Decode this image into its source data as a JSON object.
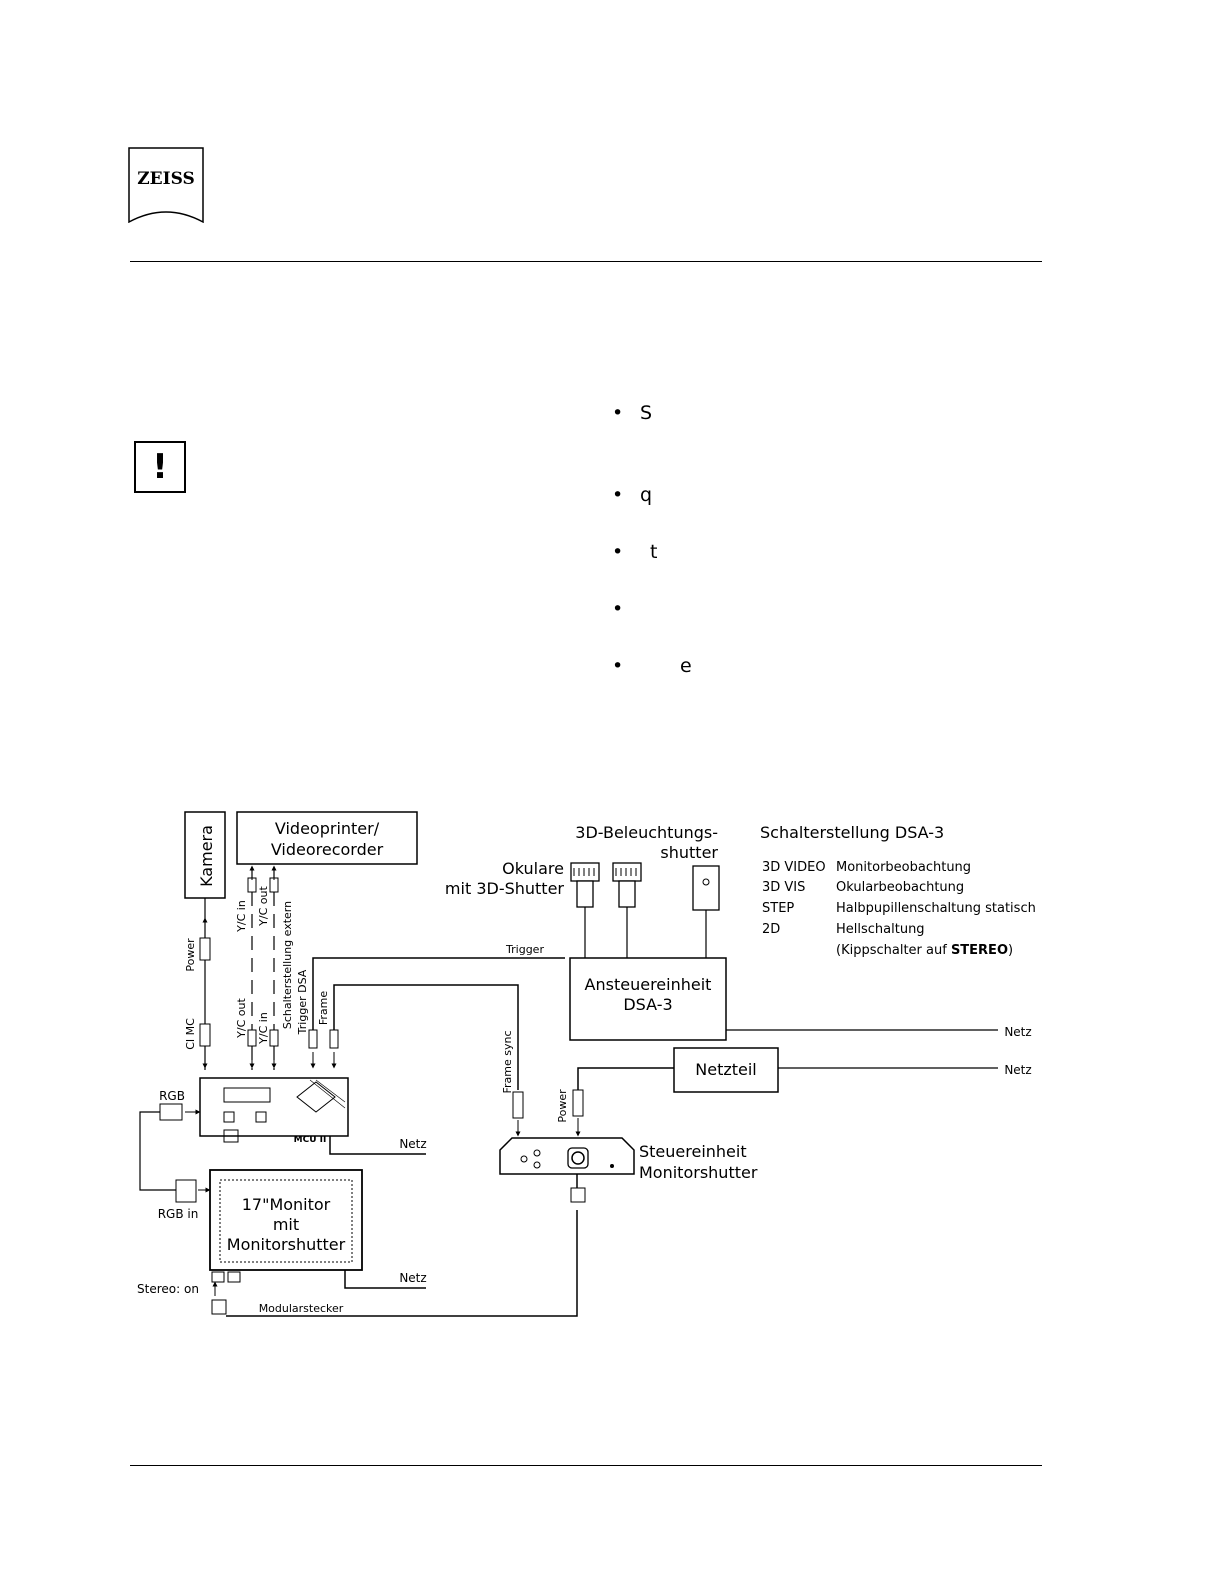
{
  "header": {
    "logo": {
      "text": "ZEISS",
      "icon": "zeiss-logo-icon"
    },
    "warning_icon": "exclamation-icon"
  },
  "bullets": [
    {
      "text": "S"
    },
    {
      "text": "q"
    },
    {
      "text": "t"
    },
    {
      "text": ""
    },
    {
      "text": "e"
    }
  ],
  "diagram": {
    "components": {
      "camera": "Kamera",
      "videoprinter_line1": "Videoprinter/",
      "videoprinter_line2": "Videorecorder",
      "okulare_line1": "Okulare",
      "okulare_line2": "mit 3D-Shutter",
      "beleuchtung_line1": "3D-Beleuchtungs-",
      "beleuchtung_line2": "shutter",
      "ansteuer_line1": "Ansteuereinheit",
      "ansteuer_line2": "DSA-3",
      "netzteil": "Netzteil",
      "steuer_line1": "Steuereinheit",
      "steuer_line2": "Monitorshutter",
      "monitor_line1": "17\"Monitor",
      "monitor_line2": "mit",
      "monitor_line3": "Monitorshutter",
      "mcu": "MCU II"
    },
    "labels": {
      "power_cam": "Power",
      "ci_mc": "CI MC",
      "yc_in_top": "Y/C in",
      "yc_out_top": "Y/C out",
      "yc_out_bottom": "Y/C out",
      "yc_in_bottom": "Y/C in",
      "schalter_extern": "Schalterstellung extern",
      "trigger_dsa": "Trigger DSA",
      "frame": "Frame",
      "trigger": "Trigger",
      "frame_sync": "Frame sync",
      "power_steuer": "Power",
      "netz_1": "Netz",
      "netz_2": "Netz",
      "netz_mcu": "Netz",
      "netz_monitor": "Netz",
      "rgb": "RGB",
      "rgb_in": "RGB in",
      "stereo_on": "Stereo: on",
      "modularstecker": "Modularstecker"
    },
    "switch_table": {
      "title": "Schalterstellung DSA-3",
      "rows": [
        {
          "key": "3D VIDEO",
          "value": "Monitorbeobachtung"
        },
        {
          "key": "3D VIS",
          "value": "Okularbeobachtung"
        },
        {
          "key": "STEP",
          "value": "Halbpupillenschaltung statisch"
        },
        {
          "key": "2D",
          "value": "Hellschaltung"
        }
      ],
      "note_prefix": "(Kippschalter auf ",
      "note_bold": "STEREO",
      "note_suffix": ")"
    }
  }
}
